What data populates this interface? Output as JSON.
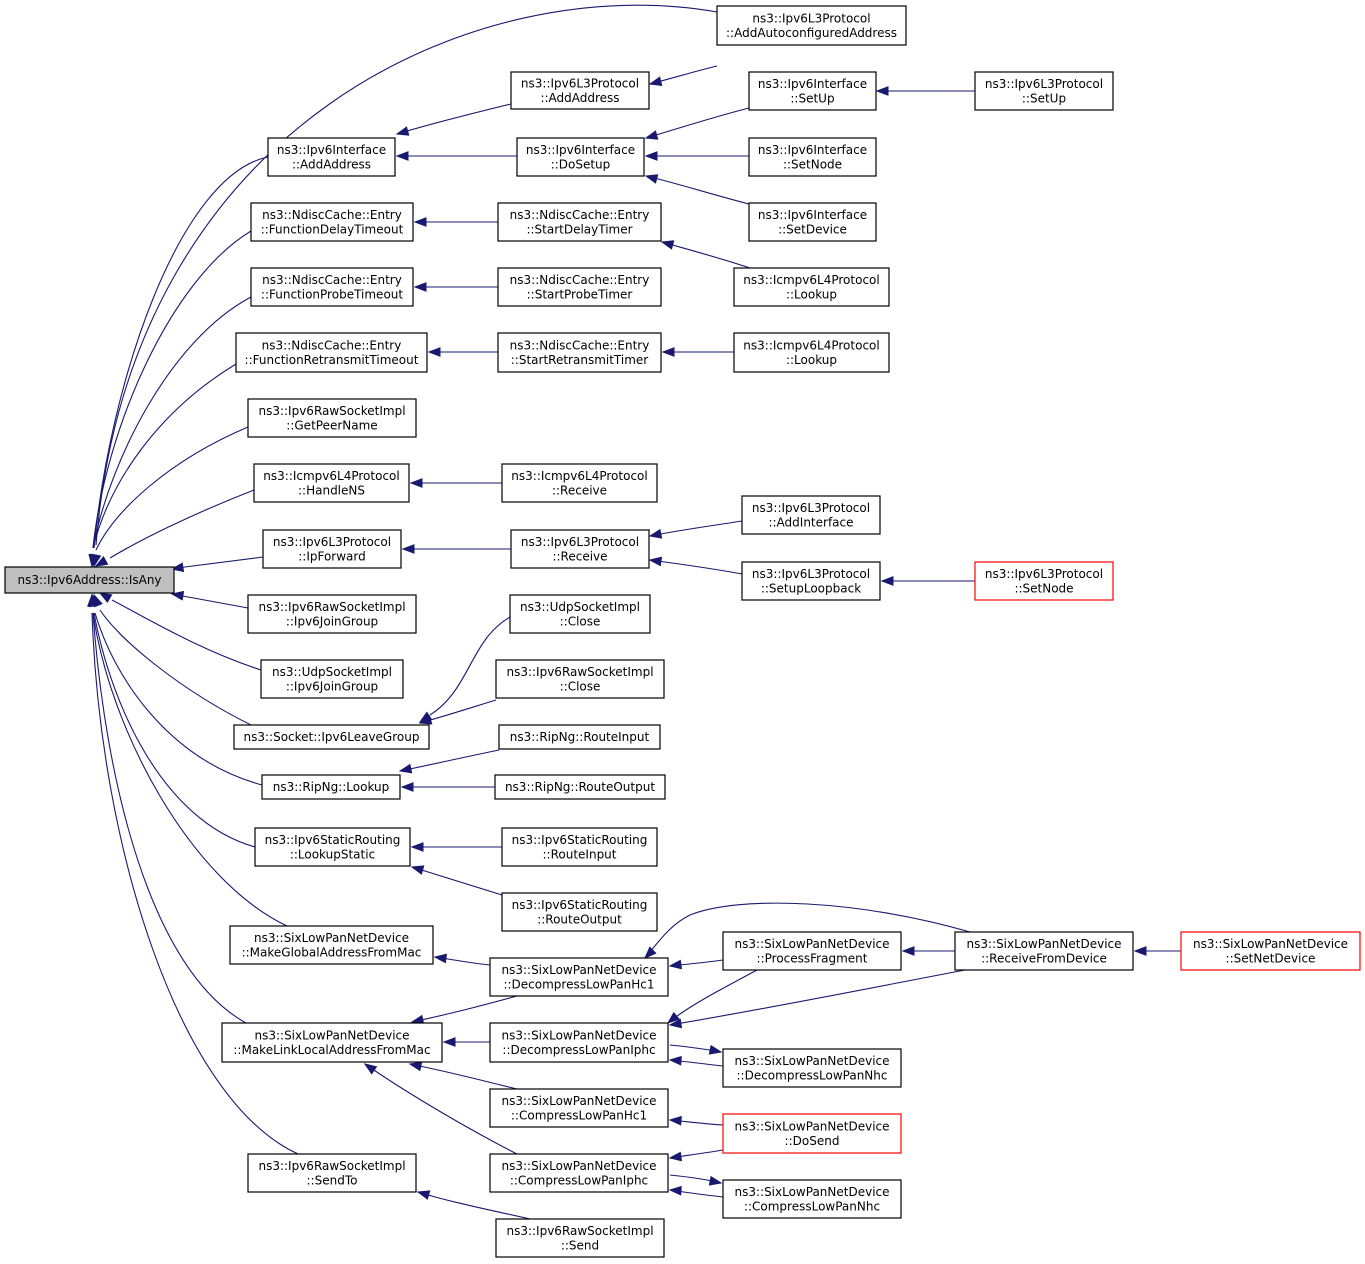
{
  "colors": {
    "edge": "#191970",
    "node_border": "#000000",
    "truncated_border": "#ff0000",
    "focus_fill": "#bfbfbf",
    "node_fill": "#ffffff"
  },
  "nodes": {
    "isany": {
      "lines": [
        "ns3::Ipv6Address::IsAny"
      ]
    },
    "l3_addauto": {
      "lines": [
        "ns3::Ipv6L3Protocol",
        "::AddAutoconfiguredAddress"
      ]
    },
    "l3_addaddress": {
      "lines": [
        "ns3::Ipv6L3Protocol",
        "::AddAddress"
      ]
    },
    "if_addaddress": {
      "lines": [
        "ns3::Ipv6Interface",
        "::AddAddress"
      ]
    },
    "if_dosetup": {
      "lines": [
        "ns3::Ipv6Interface",
        "::DoSetup"
      ]
    },
    "if_setup": {
      "lines": [
        "ns3::Ipv6Interface",
        "::SetUp"
      ]
    },
    "l3_setup": {
      "lines": [
        "ns3::Ipv6L3Protocol",
        "::SetUp"
      ]
    },
    "if_setnode": {
      "lines": [
        "ns3::Ipv6Interface",
        "::SetNode"
      ]
    },
    "if_setdevice": {
      "lines": [
        "ns3::Ipv6Interface",
        "::SetDevice"
      ]
    },
    "nd_fdelay": {
      "lines": [
        "ns3::NdiscCache::Entry",
        "::FunctionDelayTimeout"
      ]
    },
    "nd_sdelay": {
      "lines": [
        "ns3::NdiscCache::Entry",
        "::StartDelayTimer"
      ]
    },
    "icmp_lookup1": {
      "lines": [
        "ns3::Icmpv6L4Protocol",
        "::Lookup"
      ]
    },
    "nd_fprobe": {
      "lines": [
        "ns3::NdiscCache::Entry",
        "::FunctionProbeTimeout"
      ]
    },
    "nd_sprobe": {
      "lines": [
        "ns3::NdiscCache::Entry",
        "::StartProbeTimer"
      ]
    },
    "nd_fretrans": {
      "lines": [
        "ns3::NdiscCache::Entry",
        "::FunctionRetransmitTimeout"
      ]
    },
    "nd_sretrans": {
      "lines": [
        "ns3::NdiscCache::Entry",
        "::StartRetransmitTimer"
      ]
    },
    "icmp_lookup2": {
      "lines": [
        "ns3::Icmpv6L4Protocol",
        "::Lookup"
      ]
    },
    "raw_getpeer": {
      "lines": [
        "ns3::Ipv6RawSocketImpl",
        "::GetPeerName"
      ]
    },
    "icmp_handlens": {
      "lines": [
        "ns3::Icmpv6L4Protocol",
        "::HandleNS"
      ]
    },
    "icmp_receive": {
      "lines": [
        "ns3::Icmpv6L4Protocol",
        "::Receive"
      ]
    },
    "l3_ipforward": {
      "lines": [
        "ns3::Ipv6L3Protocol",
        "::IpForward"
      ]
    },
    "l3_receive": {
      "lines": [
        "ns3::Ipv6L3Protocol",
        "::Receive"
      ]
    },
    "l3_addiface": {
      "lines": [
        "ns3::Ipv6L3Protocol",
        "::AddInterface"
      ]
    },
    "l3_setuploop": {
      "lines": [
        "ns3::Ipv6L3Protocol",
        "::SetupLoopback"
      ]
    },
    "l3_setnode": {
      "lines": [
        "ns3::Ipv6L3Protocol",
        "::SetNode"
      ]
    },
    "raw_joingroup": {
      "lines": [
        "ns3::Ipv6RawSocketImpl",
        "::Ipv6JoinGroup"
      ]
    },
    "udp_close": {
      "lines": [
        "ns3::UdpSocketImpl",
        "::Close"
      ]
    },
    "udp_joingroup": {
      "lines": [
        "ns3::UdpSocketImpl",
        "::Ipv6JoinGroup"
      ]
    },
    "raw_close": {
      "lines": [
        "ns3::Ipv6RawSocketImpl",
        "::Close"
      ]
    },
    "sock_leave": {
      "lines": [
        "ns3::Socket::Ipv6LeaveGroup"
      ]
    },
    "rip_routein": {
      "lines": [
        "ns3::RipNg::RouteInput"
      ]
    },
    "rip_lookup": {
      "lines": [
        "ns3::RipNg::Lookup"
      ]
    },
    "rip_routeout": {
      "lines": [
        "ns3::RipNg::RouteOutput"
      ]
    },
    "sr_lookup": {
      "lines": [
        "ns3::Ipv6StaticRouting",
        "::LookupStatic"
      ]
    },
    "sr_routein": {
      "lines": [
        "ns3::Ipv6StaticRouting",
        "::RouteInput"
      ]
    },
    "sr_routeout": {
      "lines": [
        "ns3::Ipv6StaticRouting",
        "::RouteOutput"
      ]
    },
    "sl_mkglobal": {
      "lines": [
        "ns3::SixLowPanNetDevice",
        "::MakeGlobalAddressFromMac"
      ]
    },
    "sl_dechc1": {
      "lines": [
        "ns3::SixLowPanNetDevice",
        "::DecompressLowPanHc1"
      ]
    },
    "sl_procfrag": {
      "lines": [
        "ns3::SixLowPanNetDevice",
        "::ProcessFragment"
      ]
    },
    "sl_recvdev": {
      "lines": [
        "ns3::SixLowPanNetDevice",
        "::ReceiveFromDevice"
      ]
    },
    "sl_setnetdev": {
      "lines": [
        "ns3::SixLowPanNetDevice",
        "::SetNetDevice"
      ]
    },
    "sl_mklink": {
      "lines": [
        "ns3::SixLowPanNetDevice",
        "::MakeLinkLocalAddressFromMac"
      ]
    },
    "sl_deciphc": {
      "lines": [
        "ns3::SixLowPanNetDevice",
        "::DecompressLowPanIphc"
      ]
    },
    "sl_decnhc": {
      "lines": [
        "ns3::SixLowPanNetDevice",
        "::DecompressLowPanNhc"
      ]
    },
    "sl_comphc1": {
      "lines": [
        "ns3::SixLowPanNetDevice",
        "::CompressLowPanHc1"
      ]
    },
    "sl_dosend": {
      "lines": [
        "ns3::SixLowPanNetDevice",
        "::DoSend"
      ]
    },
    "sl_compiphc": {
      "lines": [
        "ns3::SixLowPanNetDevice",
        "::CompressLowPanIphc"
      ]
    },
    "sl_compnhc": {
      "lines": [
        "ns3::SixLowPanNetDevice",
        "::CompressLowPanNhc"
      ]
    },
    "raw_sendto": {
      "lines": [
        "ns3::Ipv6RawSocketImpl",
        "::SendTo"
      ]
    },
    "raw_send": {
      "lines": [
        "ns3::Ipv6RawSocketImpl",
        "::Send"
      ]
    }
  },
  "edges": [
    [
      "l3_addauto",
      "isany"
    ],
    [
      "if_addaddress",
      "isany"
    ],
    [
      "nd_fdelay",
      "isany"
    ],
    [
      "nd_fprobe",
      "isany"
    ],
    [
      "nd_fretrans",
      "isany"
    ],
    [
      "raw_getpeer",
      "isany"
    ],
    [
      "icmp_handlens",
      "isany"
    ],
    [
      "l3_ipforward",
      "isany"
    ],
    [
      "raw_joingroup",
      "isany"
    ],
    [
      "udp_joingroup",
      "isany"
    ],
    [
      "sock_leave",
      "isany"
    ],
    [
      "rip_lookup",
      "isany"
    ],
    [
      "sr_lookup",
      "isany"
    ],
    [
      "sl_mkglobal",
      "isany"
    ],
    [
      "sl_mklink",
      "isany"
    ],
    [
      "raw_sendto",
      "isany"
    ],
    [
      "l3_addaddress",
      "l3_addauto"
    ],
    [
      "l3_addaddress",
      "if_addaddress"
    ],
    [
      "if_dosetup",
      "if_addaddress"
    ],
    [
      "if_setup",
      "if_dosetup"
    ],
    [
      "if_setnode",
      "if_dosetup"
    ],
    [
      "if_setdevice",
      "if_dosetup"
    ],
    [
      "l3_setup",
      "if_setup"
    ],
    [
      "nd_sdelay",
      "nd_fdelay"
    ],
    [
      "icmp_lookup1",
      "nd_sdelay"
    ],
    [
      "nd_sprobe",
      "nd_fprobe"
    ],
    [
      "nd_sretrans",
      "nd_fretrans"
    ],
    [
      "icmp_lookup2",
      "nd_sretrans"
    ],
    [
      "icmp_receive",
      "icmp_handlens"
    ],
    [
      "l3_receive",
      "l3_ipforward"
    ],
    [
      "l3_addiface",
      "l3_receive"
    ],
    [
      "l3_setuploop",
      "l3_receive"
    ],
    [
      "l3_setnode",
      "l3_setuploop"
    ],
    [
      "udp_close",
      "sock_leave"
    ],
    [
      "raw_close",
      "sock_leave"
    ],
    [
      "rip_routein",
      "rip_lookup"
    ],
    [
      "rip_routeout",
      "rip_lookup"
    ],
    [
      "sr_routein",
      "sr_lookup"
    ],
    [
      "sr_routeout",
      "sr_lookup"
    ],
    [
      "sl_dechc1",
      "sl_mkglobal"
    ],
    [
      "sl_dechc1",
      "sl_mklink"
    ],
    [
      "sl_deciphc",
      "sl_mklink"
    ],
    [
      "sl_comphc1",
      "sl_mklink"
    ],
    [
      "sl_compiphc",
      "sl_mklink"
    ],
    [
      "sl_procfrag",
      "sl_dechc1"
    ],
    [
      "sl_recvdev",
      "sl_dechc1"
    ],
    [
      "sl_recvdev",
      "sl_procfrag"
    ],
    [
      "sl_setnetdev",
      "sl_recvdev"
    ],
    [
      "sl_procfrag",
      "sl_deciphc"
    ],
    [
      "sl_recvdev",
      "sl_deciphc"
    ],
    [
      "sl_decnhc",
      "sl_deciphc"
    ],
    [
      "sl_deciphc",
      "sl_decnhc"
    ],
    [
      "sl_dosend",
      "sl_comphc1"
    ],
    [
      "sl_dosend",
      "sl_compiphc"
    ],
    [
      "sl_compnhc",
      "sl_compiphc"
    ],
    [
      "sl_compiphc",
      "sl_compnhc"
    ],
    [
      "raw_send",
      "raw_sendto"
    ]
  ]
}
